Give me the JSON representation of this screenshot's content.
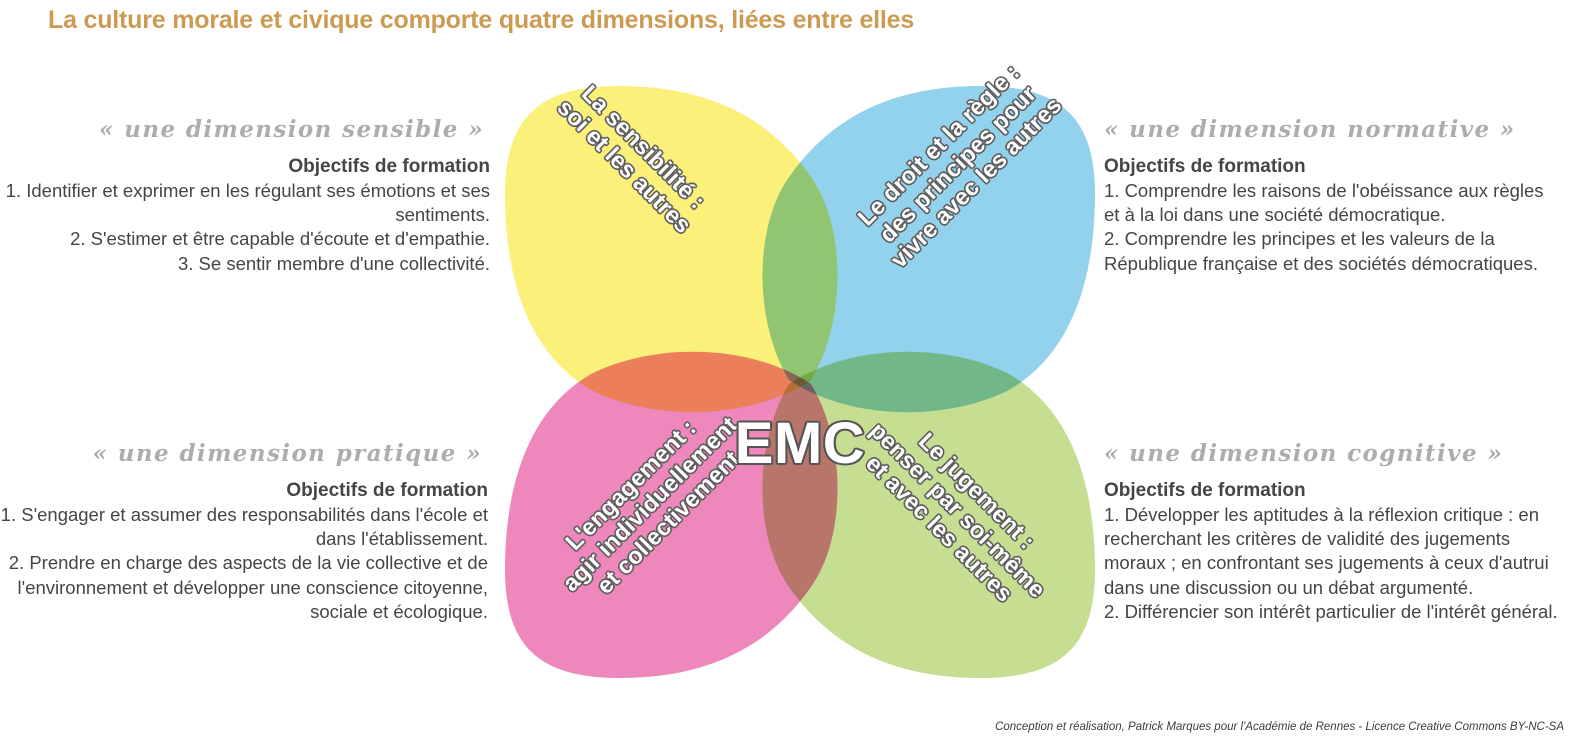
{
  "page": {
    "title": "La culture morale et civique comporte quatre dimensions, liées entre elles",
    "credit": "Conception et réalisation, Patrick Marques pour l'Académie de Rennes - Licence Creative Commons BY-NC-SA"
  },
  "colors": {
    "title": "#cc9a51",
    "sensibilite_petal": "#fbf07a",
    "droit_petal": "#93d2ec",
    "engagement_petal": "#ee87bb",
    "jugement_petal": "#c5de92",
    "center_overlap": "#c99b5d",
    "dimension_heading": "#adadad",
    "body_text": "#454545",
    "label_text": "#ffffff",
    "label_outline": "#5d5d5d"
  },
  "diagram": {
    "center_label": "EMC",
    "petals": {
      "sensibilite": {
        "title_line1": "La sensibilité :",
        "title_line2": "soi et les autres",
        "color": "#fbf07a"
      },
      "droit": {
        "title_line1": "Le droit et la règle :",
        "title_line2": "des principes pour",
        "title_line3": "vivre avec les autres",
        "color": "#93d2ec"
      },
      "engagement": {
        "title_line1": "L'engagement :",
        "title_line2": "agir individuellement",
        "title_line3": "et collectivement",
        "color": "#ee87bb"
      },
      "jugement": {
        "title_line1": "Le jugement :",
        "title_line2": "penser par soi-même",
        "title_line3": "et avec les autres",
        "color": "#c5de92"
      }
    }
  },
  "blocks": {
    "sensible": {
      "dimension": "« une dimension sensible »",
      "objectifs_label": "Objectifs de formation",
      "goals": [
        "1. Identifier et exprimer en les régulant ses émotions et ses sentiments.",
        "2. S'estimer et être capable d'écoute et d'empathie.",
        "3. Se sentir membre d'une collectivité."
      ]
    },
    "normative": {
      "dimension": "« une dimension normative »",
      "objectifs_label": "Objectifs de formation",
      "goals": [
        "1. Comprendre les raisons de l'obéissance aux règles et à la loi dans une société démocratique.",
        "2. Comprendre les principes et les valeurs de la République française et des sociétés démocratiques."
      ]
    },
    "pratique": {
      "dimension": "« une dimension pratique »",
      "objectifs_label": "Objectifs de formation",
      "goals": [
        "1. S'engager et assumer des responsabilités dans l'école et dans l'établissement.",
        "2. Prendre en charge des aspects de la vie collective et de l'environnement et développer une conscience citoyenne, sociale et écologique."
      ]
    },
    "cognitive": {
      "dimension": "« une dimension cognitive »",
      "objectifs_label": "Objectifs de formation",
      "goals": [
        "1. Développer les aptitudes à la réflexion critique : en recherchant les critères de validité des jugements moraux ; en confrontant ses jugements à ceux d'autrui dans une discussion ou un débat argumenté.",
        "2. Différencier son intérêt particulier de l'intérêt général."
      ]
    }
  }
}
